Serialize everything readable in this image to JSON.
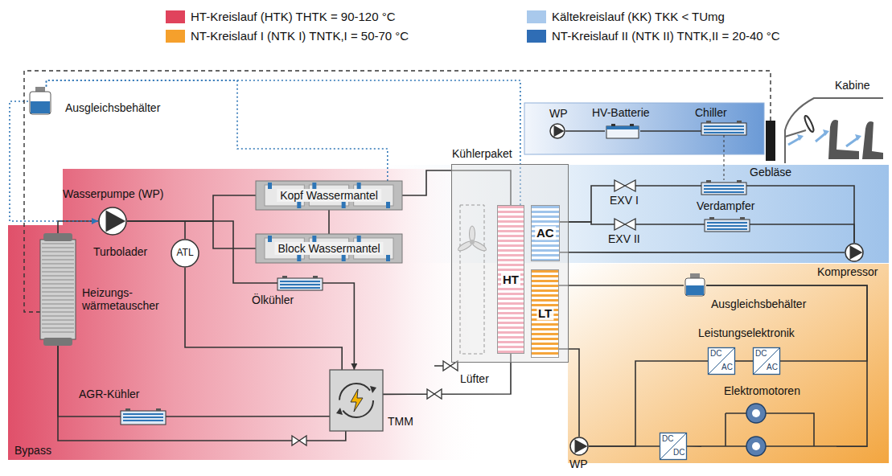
{
  "diagram": {
    "nodes": [
      {
        "text": [
          "Ausgleichsbehälter"
        ]
      },
      {
        "text": [
          "Wasserpumpe (WP)"
        ]
      },
      {
        "text": [
          "Kopf Wassermantel"
        ]
      },
      {
        "text": [
          "Block Wassermantel"
        ]
      },
      {
        "text": [
          "Turbolader",
          "ATL"
        ]
      },
      {
        "text": [
          "Heizungs- wärmetauscher"
        ]
      },
      {
        "text": [
          "Ölkühler"
        ]
      },
      {
        "text": [
          "AGR-Kühler"
        ]
      },
      {
        "text": [
          "TMM"
        ]
      },
      {
        "text": [
          "Kühlerpaket"
        ]
      },
      {
        "text": [
          "Lüfter"
        ],
        "in": 9
      },
      {
        "text": [
          "HT"
        ],
        "in": 9
      },
      {
        "text": [
          "AC"
        ],
        "in": 9
      },
      {
        "text": [
          "LT"
        ],
        "in": 9
      },
      {
        "text": [
          "WP"
        ]
      },
      {
        "text": [
          "HV-Batterie"
        ]
      },
      {
        "text": [
          "Chiller"
        ]
      },
      {
        "text": [
          "Gebläse"
        ]
      },
      {
        "text": [
          "Kabine"
        ]
      },
      {
        "text": [
          "EXV I"
        ]
      },
      {
        "text": [
          "EXV II"
        ]
      },
      {
        "text": [
          "Verdampfer"
        ]
      },
      {
        "text": [
          "Kompressor"
        ]
      },
      {
        "text": [
          "Ausgleichsbehälter"
        ]
      },
      {
        "text": [
          "Leistungselektronik"
        ]
      },
      {
        "text": [
          "DC",
          "AC"
        ],
        "in": 24
      },
      {
        "text": [
          "DC",
          "AC"
        ],
        "in": 24
      },
      {
        "text": [
          "Elektromotoren"
        ]
      },
      {
        "text": [
          "DC",
          "DC"
        ]
      },
      {
        "text": [
          "WP"
        ]
      }
    ],
    "edges": [
      {
        "from": 1,
        "to": 2,
        "arrow": "none"
      },
      {
        "from": 1,
        "to": 3,
        "arrow": "none"
      },
      {
        "from": 1,
        "to": 4,
        "arrow": "none"
      },
      {
        "from": 1,
        "to": 6,
        "arrow": "none"
      },
      {
        "from": 2,
        "to": 11,
        "arrow": "none"
      },
      {
        "from": 3,
        "to": 2,
        "arrow": "none"
      },
      {
        "from": 4,
        "to": 8,
        "arrow": "none"
      },
      {
        "from": 6,
        "to": 8,
        "arrow": "to"
      },
      {
        "from": 11,
        "to": 8,
        "arrow": "none"
      },
      {
        "from": 8,
        "to": 7,
        "arrow": "none"
      },
      {
        "from": 7,
        "to": 5,
        "arrow": "none"
      },
      {
        "from": 8,
        "to": 5,
        "arrow": "none"
      },
      {
        "from": 5,
        "to": 1,
        "arrow": "none"
      },
      {
        "from": 0,
        "to": 1,
        "arrow": "to"
      },
      {
        "from": 5,
        "to": 17,
        "arrow": "none"
      },
      {
        "from": 2,
        "to": 0,
        "arrow": "none"
      },
      {
        "from": 11,
        "to": 0,
        "arrow": "none"
      },
      {
        "from": 12,
        "to": 19,
        "arrow": "none"
      },
      {
        "from": 12,
        "to": 20,
        "arrow": "none"
      },
      {
        "from": 19,
        "to": 16,
        "arrow": "none"
      },
      {
        "from": 20,
        "to": 21,
        "arrow": "none"
      },
      {
        "from": 16,
        "to": 22,
        "arrow": "none"
      },
      {
        "from": 21,
        "to": 22,
        "arrow": "none"
      },
      {
        "from": 22,
        "to": 12,
        "arrow": "none"
      },
      {
        "from": 14,
        "to": 15,
        "arrow": "none"
      },
      {
        "from": 15,
        "to": 16,
        "arrow": "none"
      },
      {
        "from": 23,
        "to": 13,
        "arrow": "none"
      },
      {
        "from": 13,
        "to": 29,
        "arrow": "none"
      },
      {
        "from": 29,
        "to": 28,
        "arrow": "none"
      },
      {
        "from": 29,
        "to": 25,
        "arrow": "none"
      },
      {
        "from": 25,
        "to": 26,
        "arrow": "none"
      },
      {
        "from": 26,
        "to": 23,
        "arrow": "none"
      },
      {
        "from": 28,
        "to": 27,
        "arrow": "none"
      },
      {
        "from": 27,
        "to": 23,
        "arrow": "none"
      }
    ],
    "labels": [
      "Bypass"
    ],
    "legend": [
      {
        "text": "HT-Kreislauf (HTK) THTK = 90-120 °C",
        "color": "#e0435c"
      },
      {
        "text": "Kältekreislauf (KK) TKK < TUmg",
        "color": "#a9c9ec"
      },
      {
        "text": "NT-Kreislauf I (NTK I) TNTK,I = 50-70 °C",
        "color": "#f5a02c"
      },
      {
        "text": "NT-Kreislauf II (NTK II) TNTK,II = 20-40 °C",
        "color": "#2f6db5"
      }
    ]
  }
}
